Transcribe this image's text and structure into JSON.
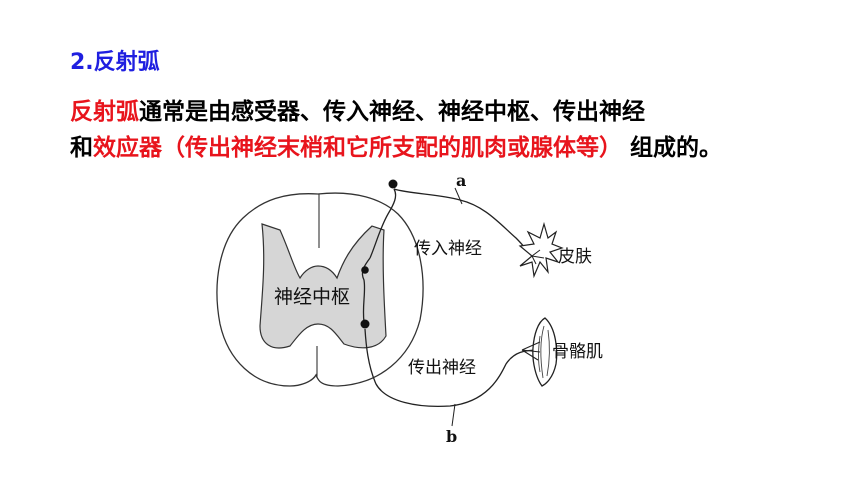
{
  "heading": "2.反射弧",
  "paragraph": {
    "term1": "反射弧",
    "text1": "通常是由感受器、传入神经、神经中枢、传出神经",
    "text2": "和",
    "term2": "效应器（传出神经末梢和它所支配的肌肉或腺体等）",
    "text3": " 组成的。"
  },
  "diagram": {
    "label_a": "a",
    "label_b": "b",
    "afferent": "传入神经",
    "skin": "皮肤",
    "center": "神经中枢",
    "efferent": "传出神经",
    "muscle": "骨骼肌"
  },
  "colors": {
    "heading": "#1f1fe0",
    "highlight": "#e8141c",
    "text": "#000000",
    "gray_matter": "#d6d6d6"
  }
}
